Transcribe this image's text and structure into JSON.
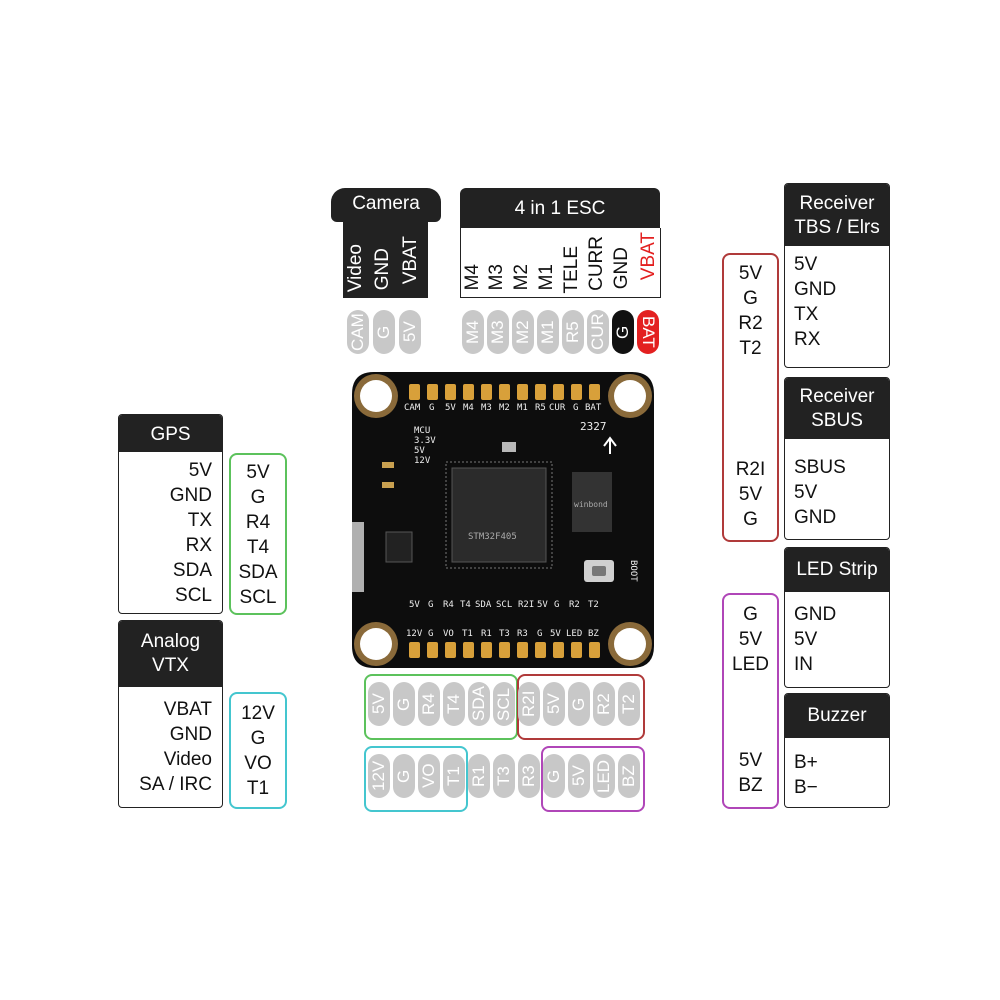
{
  "camera": {
    "title": "Camera",
    "labels": [
      "VBAT",
      "GND",
      "Video"
    ],
    "pins": [
      "CAM",
      "G",
      "5V"
    ]
  },
  "esc": {
    "title": "4 in 1 ESC",
    "labels": [
      "VBAT",
      "GND",
      "CURR",
      "TELE",
      "M1",
      "M2",
      "M3",
      "M4"
    ],
    "pins": [
      "M4",
      "M3",
      "M2",
      "M1",
      "R5",
      "CUR",
      "G",
      "BAT"
    ]
  },
  "receiver_elrs": {
    "title_line1": "Receiver",
    "title_line2": "TBS / Elrs",
    "labels": [
      "5V",
      "GND",
      "TX",
      "RX"
    ]
  },
  "receiver_sbus": {
    "title_line1": "Receiver",
    "title_line2": "SBUS",
    "labels": [
      "SBUS",
      "5V",
      "GND"
    ]
  },
  "receiver_pins": {
    "top": [
      "5V",
      "G",
      "R2",
      "T2"
    ],
    "bottom": [
      "R2I",
      "5V",
      "G"
    ]
  },
  "gps": {
    "title": "GPS",
    "labels": [
      "5V",
      "GND",
      "TX",
      "RX",
      "SDA",
      "SCL"
    ],
    "pins": [
      "5V",
      "G",
      "R4",
      "T4",
      "SDA",
      "SCL"
    ]
  },
  "vtx": {
    "title_line1": "Analog",
    "title_line2": "VTX",
    "labels": [
      "VBAT",
      "GND",
      "Video",
      "SA / IRC"
    ],
    "pins": [
      "12V",
      "G",
      "VO",
      "T1"
    ]
  },
  "led_strip": {
    "title": "LED Strip",
    "labels": [
      "GND",
      "5V",
      "IN"
    ]
  },
  "buzzer": {
    "title": "Buzzer",
    "labels": [
      "B+",
      "B−"
    ]
  },
  "led_buzzer_pins": {
    "led": [
      "G",
      "5V",
      "LED"
    ],
    "buzzer": [
      "5V",
      "BZ"
    ]
  },
  "bottom_row1": [
    "5V",
    "G",
    "R4",
    "T4",
    "SDA",
    "SCL",
    "R2I",
    "5V",
    "G",
    "R2",
    "T2"
  ],
  "bottom_row2": [
    "12V",
    "G",
    "VO",
    "T1",
    "R1",
    "T3",
    "R3",
    "G",
    "5V",
    "LED",
    "BZ"
  ],
  "board": {
    "top_silk": [
      "CAM",
      "G",
      "5V",
      "M4",
      "M3",
      "M2",
      "M1",
      "R5",
      "CUR",
      "G",
      "BAT"
    ],
    "bottom_silk1": [
      "5V",
      "G",
      "R4",
      "T4",
      "SDA",
      "SCL",
      "R2I",
      "5V",
      "G",
      "R2",
      "T2"
    ],
    "bottom_silk2": [
      "12V",
      "G",
      "VO",
      "T1",
      "R1",
      "T3",
      "R3",
      "G",
      "5V",
      "LED",
      "BZ"
    ],
    "leds": [
      "MCU",
      "3.3V",
      "5V",
      "12V"
    ],
    "chip_text": "STM32F405",
    "flash_text": "winbond",
    "marking": "2327",
    "boot_label": "BOOT"
  },
  "colors": {
    "green": "#5cc25c",
    "cyan": "#44c6cf",
    "red": "#b03a3a",
    "purple": "#b046b8",
    "bat_red": "#e32020"
  }
}
